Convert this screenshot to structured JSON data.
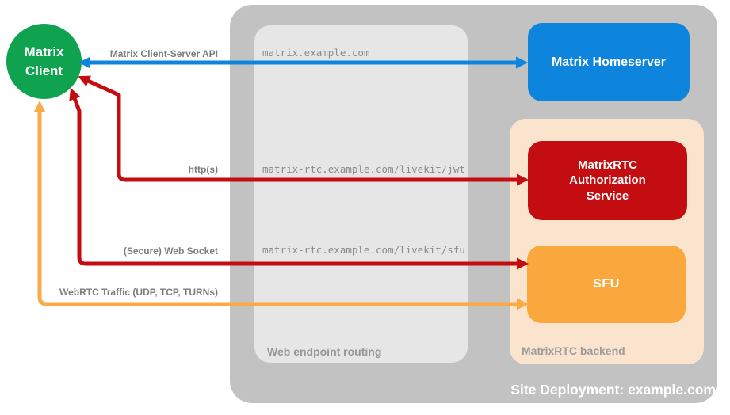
{
  "diagram": {
    "title": "Site Deployment: example.com",
    "nodes": {
      "client": {
        "label": "Matrix\nClient",
        "color": "#0fa350"
      },
      "homeserver": {
        "label": "Matrix Homeserver",
        "color": "#0e85dc"
      },
      "auth": {
        "label": "MatrixRTC\nAuthorization\nService",
        "color": "#c40d11"
      },
      "sfu": {
        "label": "SFU",
        "color": "#faa83e"
      }
    },
    "containers": {
      "site": {
        "label": "Site Deployment: example.com",
        "color": "#c2c2c2"
      },
      "routing": {
        "label": "Web endpoint routing",
        "color": "#e6e6e6"
      },
      "backend": {
        "label": "MatrixRTC backend",
        "color": "#fbe4cd"
      }
    },
    "connections": [
      {
        "label": "Matrix Client-Server API",
        "endpoint": "matrix.example.com",
        "from": "Matrix Client",
        "to": "Matrix Homeserver",
        "color": "#0e85dc",
        "bidirectional": true
      },
      {
        "label": "http(s)",
        "endpoint": "matrix-rtc.example.com/livekit/jwt",
        "from": "Matrix Client",
        "to": "MatrixRTC Authorization Service",
        "color": "#c40d11",
        "bidirectional": true
      },
      {
        "label": "(Secure) Web Socket",
        "endpoint": "matrix-rtc.example.com/livekit/sfu",
        "from": "Matrix Client",
        "to": "SFU",
        "color": "#c40d11",
        "bidirectional": true
      },
      {
        "label": "WebRTC Traffic (UDP, TCP, TURNs)",
        "endpoint": "",
        "from": "Matrix Client",
        "to": "SFU",
        "color": "#fbaa47",
        "bidirectional": true
      }
    ]
  }
}
